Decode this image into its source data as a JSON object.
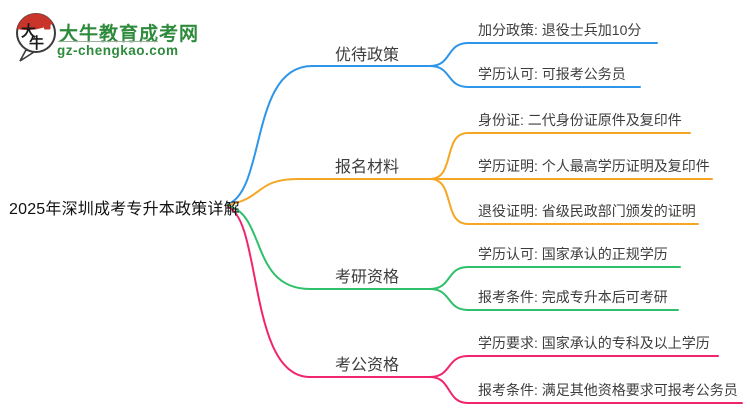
{
  "logo": {
    "icon_chars": [
      "大",
      "牛"
    ],
    "title": "大牛教育成考网",
    "domain": "gz-chengkao.com",
    "brand_green": "#2E8B3C",
    "brand_red": "#C9342B"
  },
  "root": {
    "label": "2025年深圳成考专升本政策详解"
  },
  "branches": [
    {
      "label": "优待政策",
      "color": "#2E95E8",
      "children": [
        {
          "label": "加分政策: 退役士兵加10分"
        },
        {
          "label": "学历认可: 可报考公务员"
        }
      ]
    },
    {
      "label": "报名材料",
      "color": "#F5A623",
      "children": [
        {
          "label": "身份证: 二代身份证原件及复印件"
        },
        {
          "label": "学历证明: 个人最高学历证明及复印件"
        },
        {
          "label": "退役证明: 省级民政部门颁发的证明"
        }
      ]
    },
    {
      "label": "考研资格",
      "color": "#2EC06A",
      "children": [
        {
          "label": "学历认可: 国家承认的正规学历"
        },
        {
          "label": "报考条件: 完成专升本后可考研"
        }
      ]
    },
    {
      "label": "考公资格",
      "color": "#F0256E",
      "children": [
        {
          "label": "学历要求: 国家承认的专科及以上学历"
        },
        {
          "label": "报考条件: 满足其他资格要求可报考公务员"
        }
      ]
    }
  ]
}
